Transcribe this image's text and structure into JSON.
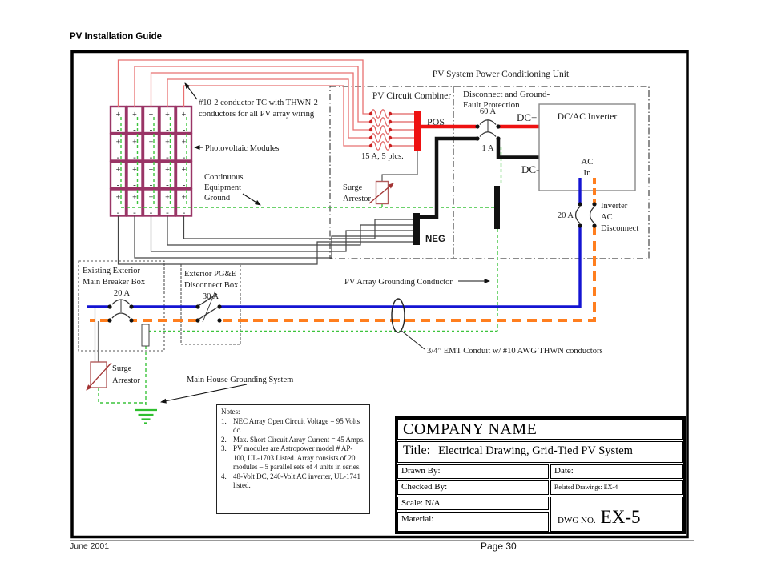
{
  "page": {
    "header": "PV Installation Guide",
    "footer_left": "June 2001",
    "footer_page": "Page 30"
  },
  "pcu": {
    "title": "PV System Power Conditioning Unit"
  },
  "combiner": {
    "title": "PV Circuit Combiner",
    "pos_label": "POS",
    "fuse_note": "15 A, 5 plcs.",
    "surge_line1": "Surge",
    "surge_line2": "Arrestor"
  },
  "gfp": {
    "title_line1": "Disconnect and Ground-",
    "title_line2": "Fault Protection",
    "breaker_rating": "60 A",
    "fuse_rating": "1 A",
    "dc_plus": "DC+",
    "dc_minus": "DC-",
    "neg_label": "NEG"
  },
  "inverter": {
    "title": "DC/AC Inverter",
    "ac_in_line1": "AC",
    "ac_in_line2": "In",
    "disconnect_rating": "20 A",
    "disconnect_line1": "Inverter",
    "disconnect_line2": "AC",
    "disconnect_line3": "Disconnect"
  },
  "array": {
    "plus": "+",
    "minus": "-",
    "wiring_note_line1": "#10-2 conductor TC with THWN-2",
    "wiring_note_line2": "conductors for all PV array wiring",
    "modules_label": "Photovoltaic Modules",
    "ground_line1": "Continuous",
    "ground_line2": "Equipment",
    "ground_line3": "Ground"
  },
  "breaker_box": {
    "name_line1": "Existing Exterior",
    "name_line2": "Main Breaker Box",
    "rating": "20 A",
    "surge_line1": "Surge",
    "surge_line2": "Arrestor"
  },
  "pge_box": {
    "name_line1": "Exterior PG&E",
    "name_line2": "Disconnect Box",
    "rating": "30 A"
  },
  "run_labels": {
    "grounding_conductor": "PV Array Grounding Conductor",
    "conduit": "3/4” EMT Conduit w/ #10 AWG THWN conductors",
    "house_ground": "Main House Grounding System"
  },
  "notes": {
    "title": "Notes:",
    "items": [
      {
        "num": "1.",
        "text": "NEC Array Open Circuit Voltage = 95 Volts dc."
      },
      {
        "num": "2.",
        "text": "Max. Short Circuit Array Current = 45 Amps."
      },
      {
        "num": "3.",
        "text": "PV modules are Astropower model # AP-100, UL-1703 Listed. Array consists of 20 modules – 5 parallel sets of 4 units in series."
      },
      {
        "num": "4.",
        "text": "48-Volt DC, 240-Volt AC inverter, UL-1741 listed."
      }
    ]
  },
  "title_block": {
    "company": "COMPANY NAME",
    "title_label": "Title:",
    "title_value": "Electrical Drawing, Grid-Tied PV System",
    "drawn_by": "Drawn By:",
    "date": "Date:",
    "checked_by": "Checked By:",
    "related": "Related Drawings: EX-4",
    "scale": "Scale: N/A",
    "material": "Material:",
    "dwg_label": "DWG NO.",
    "dwg_value": "EX-5"
  },
  "colors": {
    "pv_wire_red": "#e87070",
    "dc_positive_red": "#ee1111",
    "dc_negative_black": "#111111",
    "ac_blue": "#1414d2",
    "ac_orange": "#ff7e1e",
    "ground_green": "#3cc43c",
    "module_border": "#9a3566"
  }
}
